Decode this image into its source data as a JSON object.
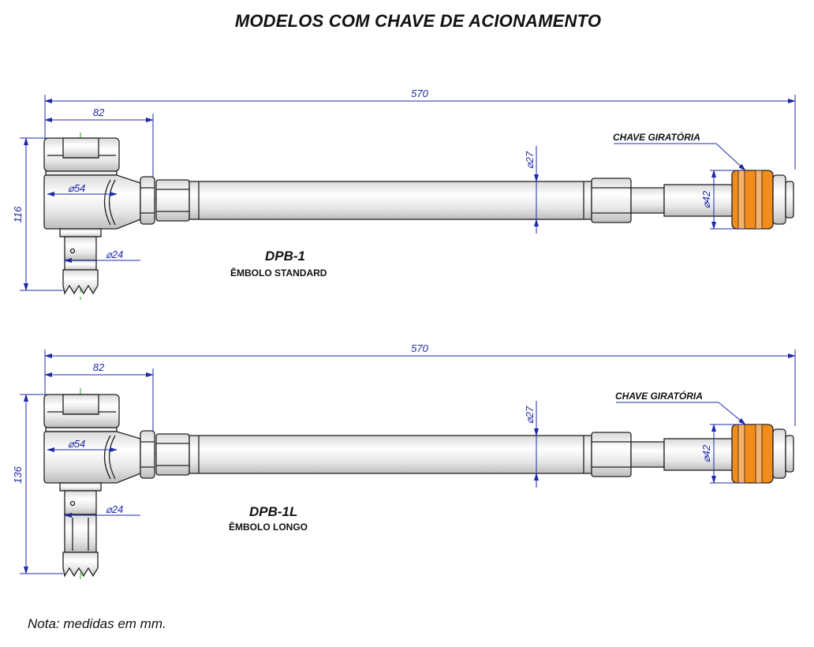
{
  "title": "MODELOS COM CHAVE DE ACIONAMENTO",
  "note": "Nota: medidas em mm.",
  "colors": {
    "dimension": "#1f2aa8",
    "centerline": "#1aa81a",
    "swivel_band": "#f28c1a"
  },
  "drawings": [
    {
      "model": "DPB-1",
      "subtitle": "ÊMBOLO STANDARD",
      "callout": "CHAVE GIRATÓRIA",
      "dims": {
        "total_length": "570",
        "head_length": "82",
        "height": "116",
        "head_dia": "⌀54",
        "plunger_dia": "⌀24",
        "tube_dia": "⌀27",
        "swivel_dia": "⌀42"
      }
    },
    {
      "model": "DPB-1L",
      "subtitle": "ÊMBOLO LONGO",
      "callout": "CHAVE GIRATÓRIA",
      "dims": {
        "total_length": "570",
        "head_length": "82",
        "height": "136",
        "head_dia": "⌀54",
        "plunger_dia": "⌀24",
        "tube_dia": "⌀27",
        "swivel_dia": "⌀42"
      }
    }
  ]
}
